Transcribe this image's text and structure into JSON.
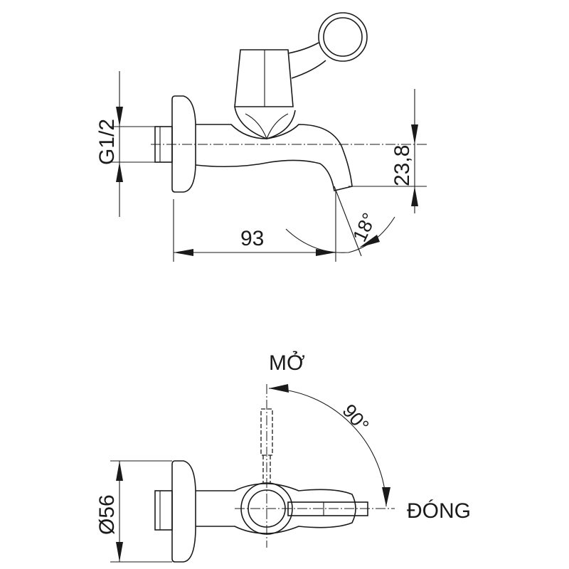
{
  "side_view": {
    "thread_label": "G1/2",
    "height_label": "23,8",
    "length_label": "93",
    "angle_label": "18°"
  },
  "top_view": {
    "open_label": "MỞ",
    "rotation_label": "90°",
    "closed_label": "ĐÓNG",
    "diameter_label": "Ø56"
  }
}
